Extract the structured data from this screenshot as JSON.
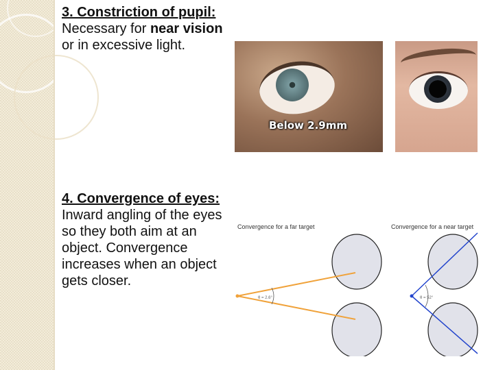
{
  "slide": {
    "section3": {
      "heading": "3. Constriction of pupil:",
      "text_before": "Necessary for ",
      "bold_text": "near vision",
      "text_after": " or in excessive light."
    },
    "section4": {
      "heading": "4. Convergence of eyes:",
      "body": "Inward angling of the eyes so they both aim at an object. Convergence increases when an object gets closer."
    },
    "photo_caption": "Below 2.9mm",
    "diagram": {
      "far_title": "Convergence for a far target",
      "near_title": "Convergence for a near target",
      "far_angle_label": "θ = 2.6°",
      "near_angle_label": "θ = 52°",
      "colors": {
        "far_line": "#f0a23a",
        "near_line": "#2244cc",
        "eye_fill": "#e1e2ea"
      }
    }
  }
}
